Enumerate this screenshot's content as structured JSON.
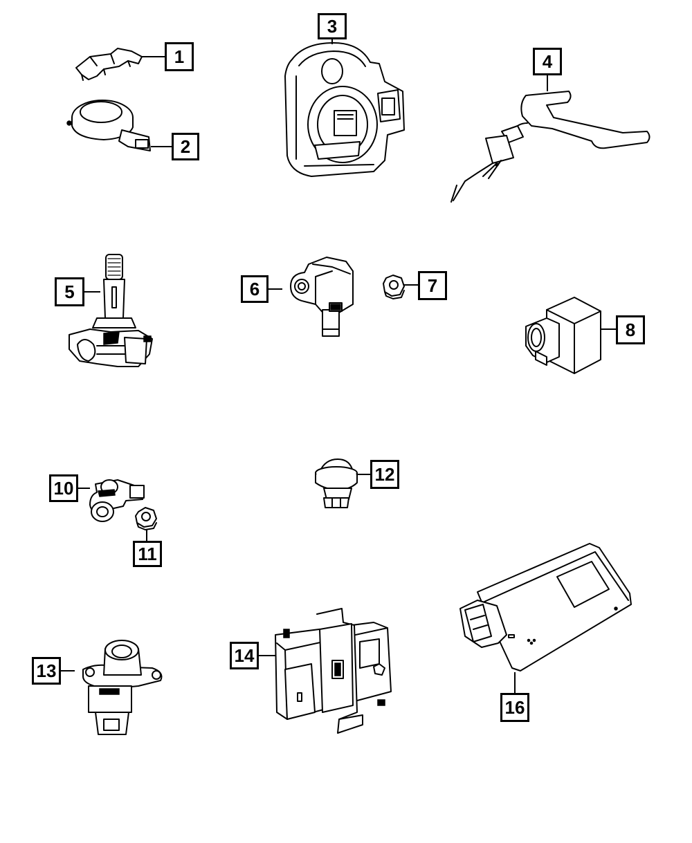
{
  "callouts": [
    {
      "id": "1",
      "label": "1"
    },
    {
      "id": "2",
      "label": "2"
    },
    {
      "id": "3",
      "label": "3"
    },
    {
      "id": "4",
      "label": "4"
    },
    {
      "id": "5",
      "label": "5"
    },
    {
      "id": "6",
      "label": "6"
    },
    {
      "id": "7",
      "label": "7"
    },
    {
      "id": "8",
      "label": "8"
    },
    {
      "id": "10",
      "label": "10"
    },
    {
      "id": "11",
      "label": "11"
    },
    {
      "id": "12",
      "label": "12"
    },
    {
      "id": "13",
      "label": "13"
    },
    {
      "id": "14",
      "label": "14"
    },
    {
      "id": "16",
      "label": "16"
    }
  ]
}
